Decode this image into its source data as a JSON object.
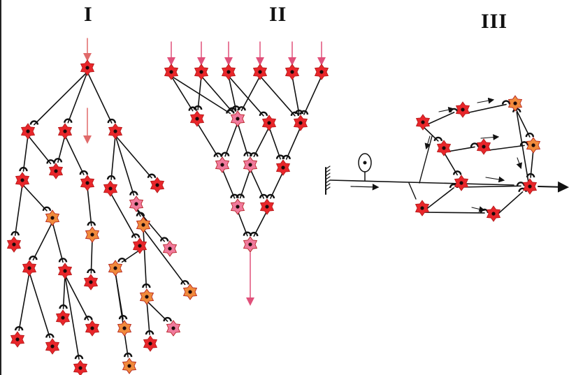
{
  "panels": [
    {
      "label": "I"
    },
    {
      "label": "II"
    },
    {
      "label": "III"
    }
  ],
  "colors": {
    "neuron_red": "#e8262a",
    "neuron_orange": "#f08a3c",
    "neuron_pink": "#f07a9c",
    "nucleus": "#1a0a0a",
    "axon": "#111111",
    "input_arrow": "#e0507a",
    "output_arrow": "#e06a6a"
  }
}
